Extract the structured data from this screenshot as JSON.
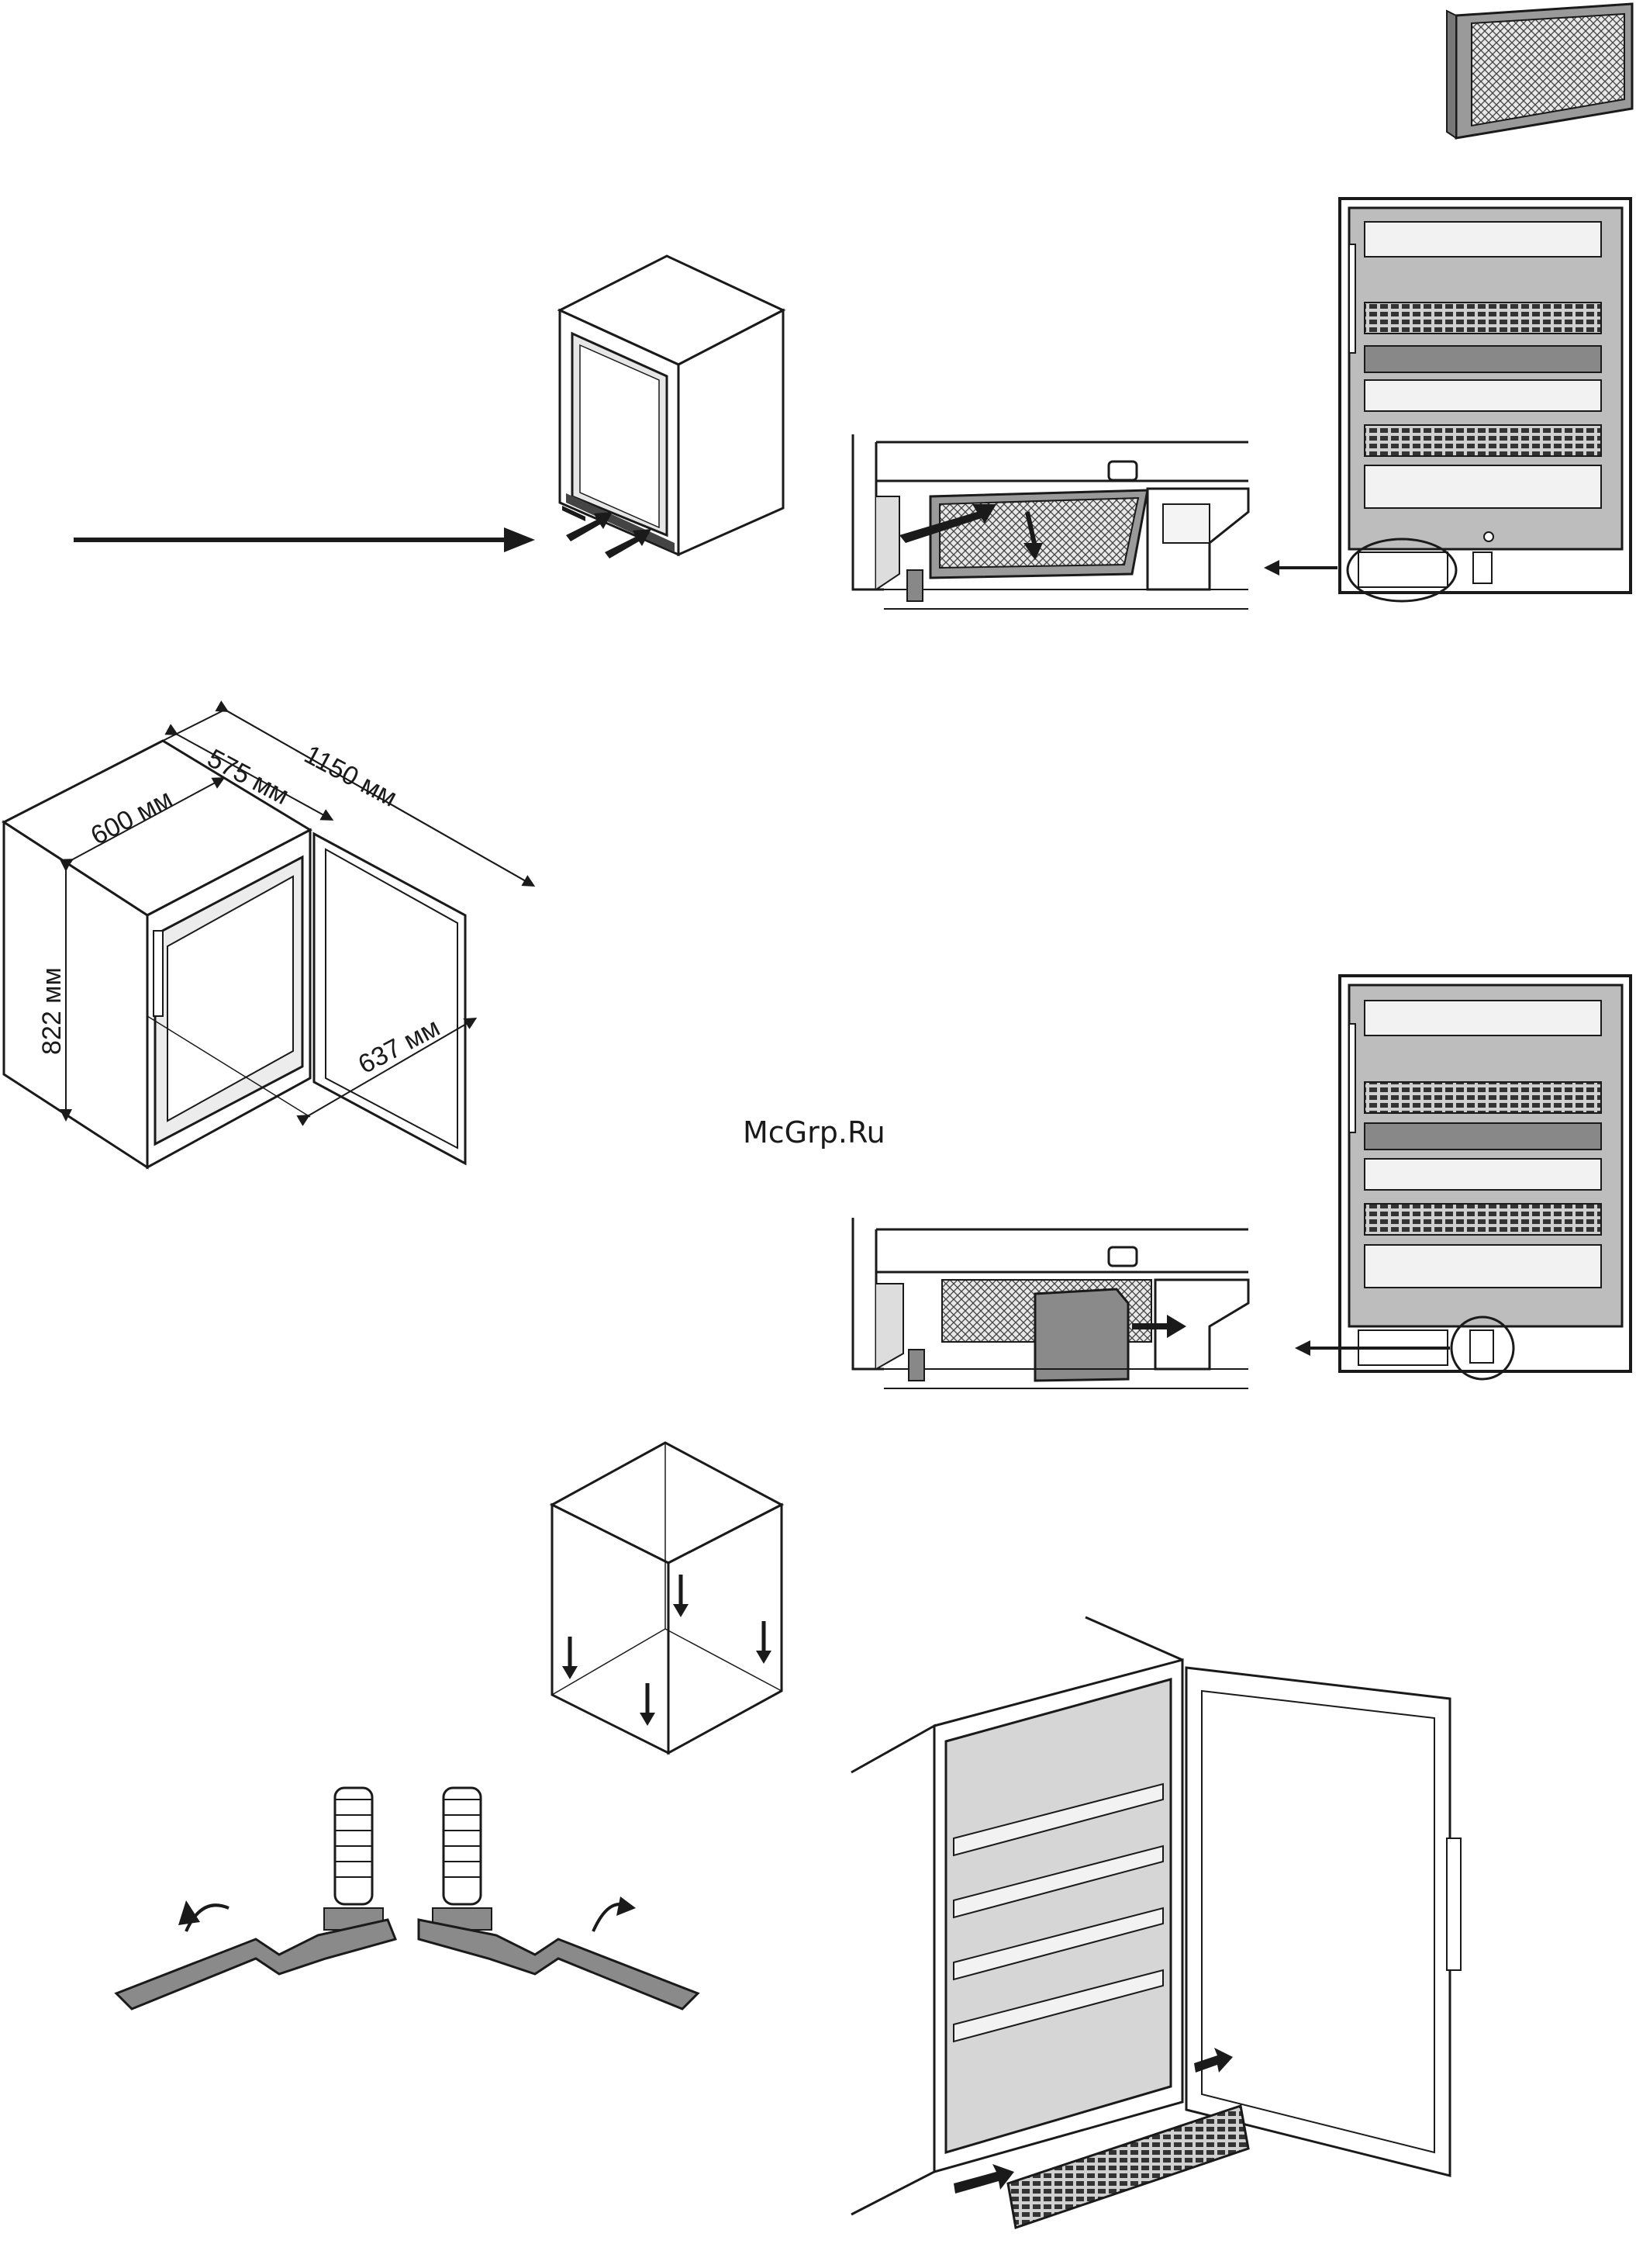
{
  "dimensions": {
    "width_depth": "600 мм",
    "depth": "575 мм",
    "depth_open": "1150 мм",
    "height": "822 мм",
    "door_width": "637 мм"
  },
  "watermark": "McGrp.Ru",
  "colors": {
    "ink": "#1a1a1a",
    "gray_fill": "#b8b8b8",
    "dark_fill": "#7a7a7a",
    "light_fill": "#f2f2f2"
  }
}
